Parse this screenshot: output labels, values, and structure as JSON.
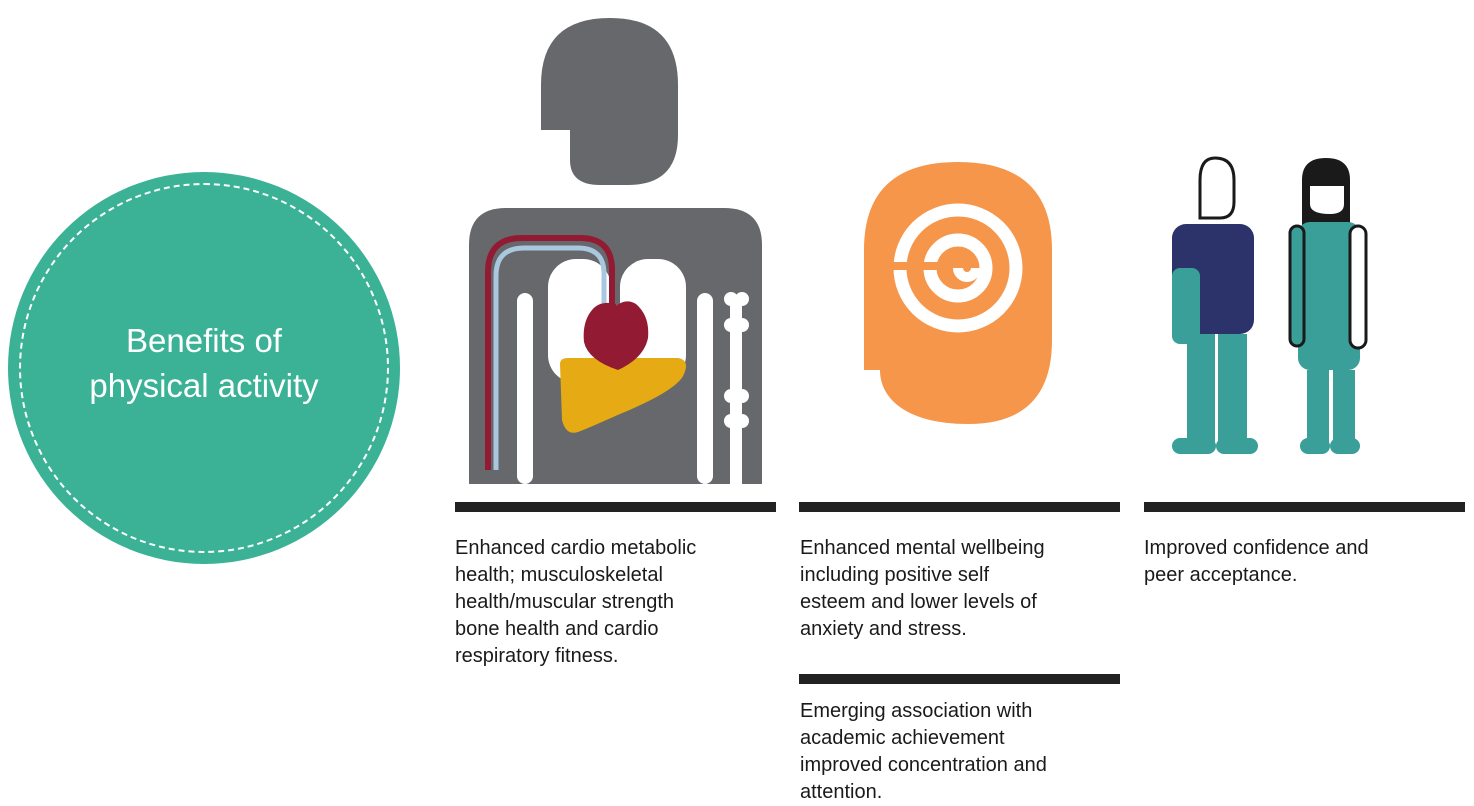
{
  "title": {
    "line1": "Benefits of",
    "line2": "physical activity"
  },
  "benefits": [
    {
      "icon": "body-organs-icon",
      "lines": [
        "Enhanced cardio metabolic",
        "health; musculoskeletal",
        "health/muscular strength",
        "bone health and cardio",
        "respiratory fitness."
      ]
    },
    {
      "icon": "head-spiral-icon",
      "lines": [
        "Enhanced mental wellbeing",
        "including positive self",
        "esteem and lower levels of",
        "anxiety and stress."
      ]
    },
    {
      "icon": "people-icon",
      "lines": [
        "Improved confidence and",
        "peer acceptance."
      ]
    }
  ],
  "extra_benefit": {
    "lines": [
      "Emerging association with",
      "academic achievement",
      "improved concentration and",
      "attention."
    ]
  },
  "colors": {
    "circle": "#3bb296",
    "body": "#66686b",
    "heart": "#921a33",
    "liver": "#e6aa14",
    "head": "#f6964a",
    "teal": "#3a9e99",
    "navy": "#2c336a",
    "rule": "#222222"
  }
}
